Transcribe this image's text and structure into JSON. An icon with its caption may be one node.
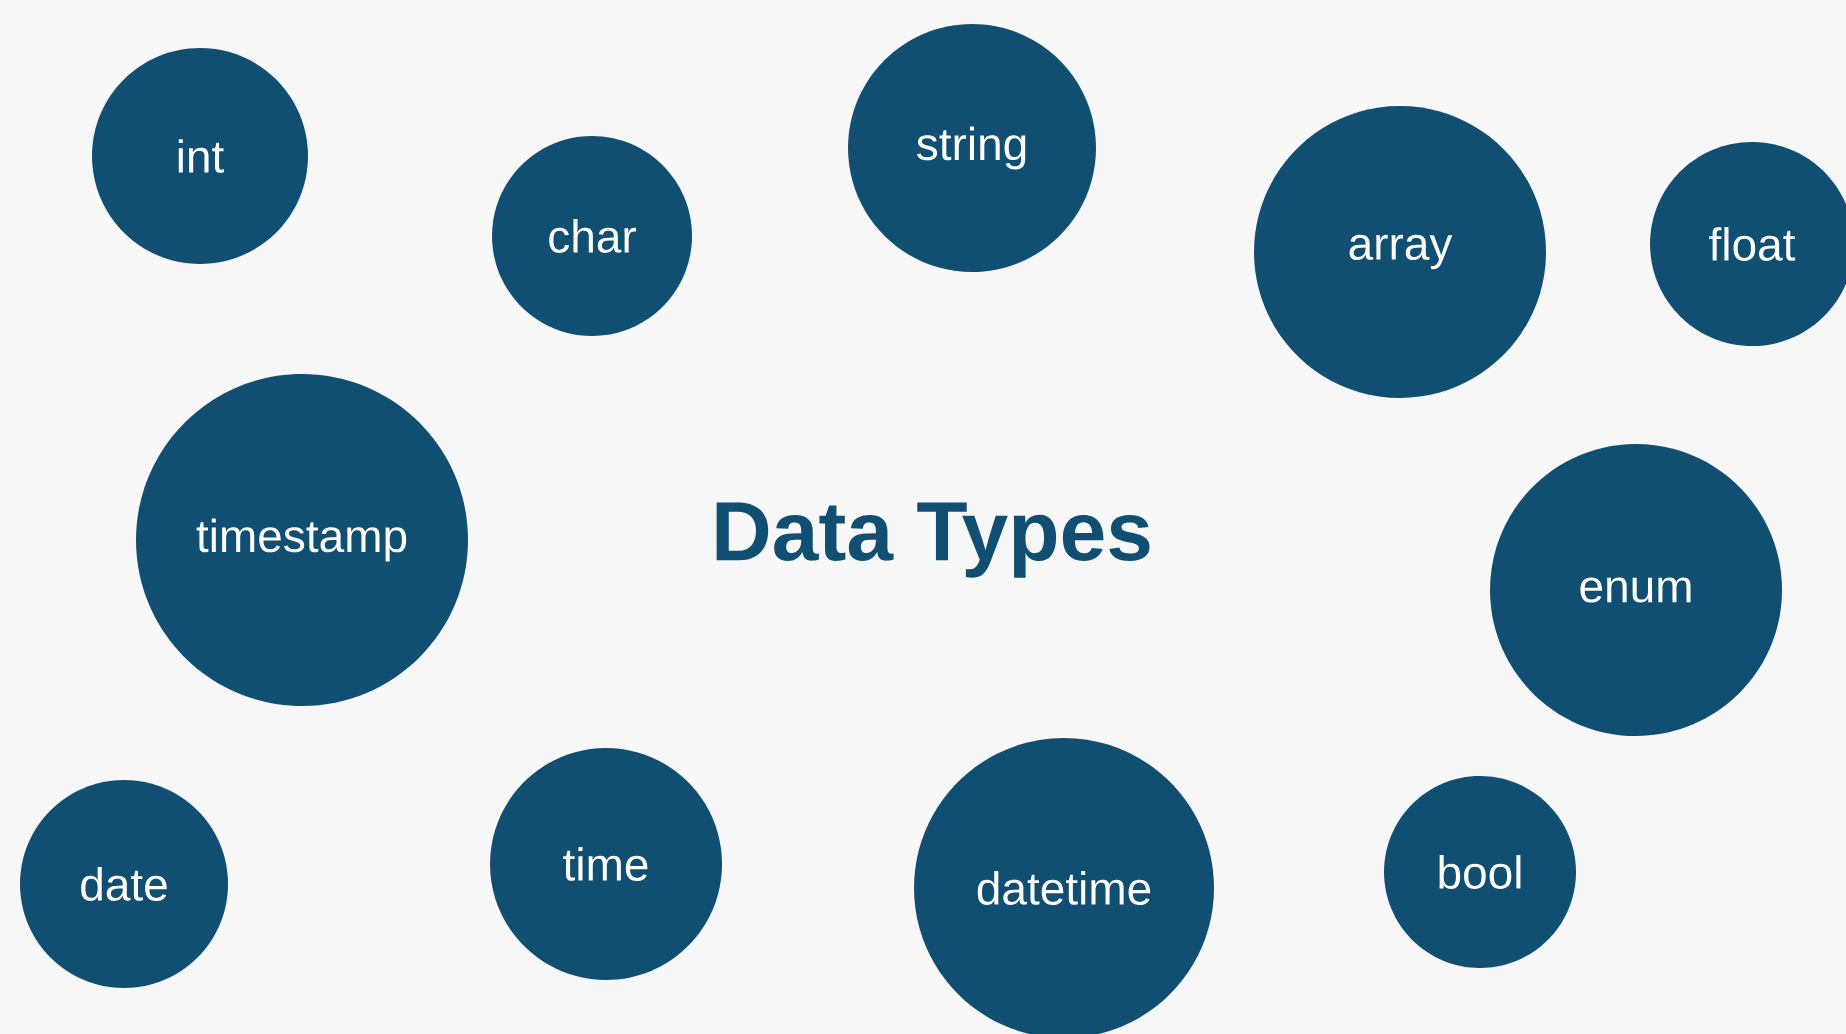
{
  "diagram": {
    "title": "Data Types",
    "nodes": [
      {
        "text": [
          "int"
        ]
      },
      {
        "text": [
          "char"
        ]
      },
      {
        "text": [
          "string"
        ]
      },
      {
        "text": [
          "array"
        ]
      },
      {
        "text": [
          "float"
        ]
      },
      {
        "text": [
          "timestamp"
        ]
      },
      {
        "text": [
          "enum"
        ]
      },
      {
        "text": [
          "date"
        ]
      },
      {
        "text": [
          "time"
        ]
      },
      {
        "text": [
          "datetime"
        ]
      },
      {
        "text": [
          "bool"
        ]
      }
    ]
  }
}
